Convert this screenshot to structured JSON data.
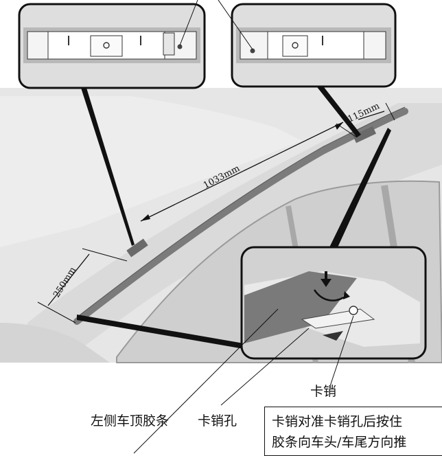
{
  "dimensions": {
    "d1": "1033mm",
    "d2": "115mm",
    "d3": "250mm"
  },
  "labels": {
    "roof_strip": "左侧车顶胶条",
    "pin_hole": "卡销孔",
    "pin": "卡销"
  },
  "note": {
    "line1": "卡销对准卡销孔后按住",
    "line2": "胶条向车头/车尾方向推"
  },
  "colors": {
    "background": "#ffffff",
    "car_body": "#e7e7e7",
    "strip": "#8a8a8a",
    "inset_bg": "#dcdcdc",
    "line": "#111111"
  }
}
